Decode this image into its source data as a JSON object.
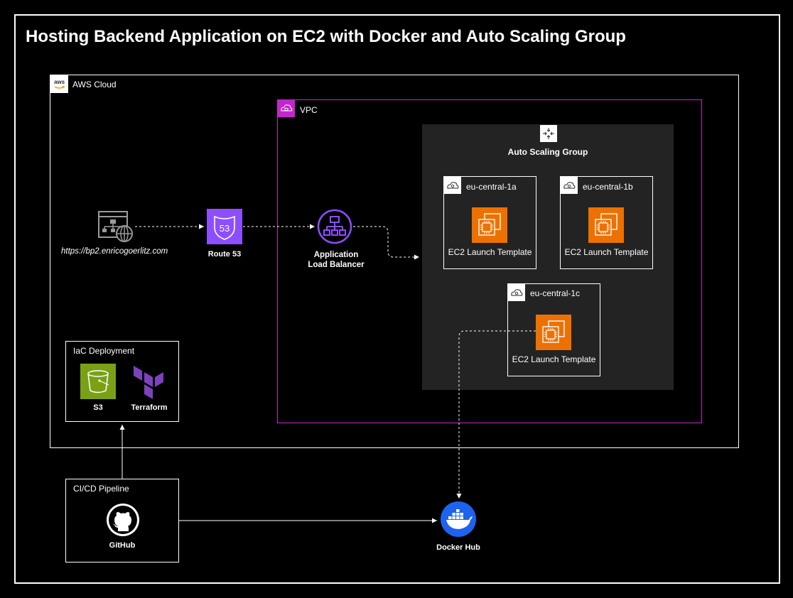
{
  "title": "Hosting Backend Application on EC2 with Docker and Auto Scaling Group",
  "colors": {
    "vpc": "#c525cc",
    "route53": "#8c4fff",
    "ec2": "#ed7100",
    "s3": "#7aa116",
    "terraform": "#7b42bc",
    "docker": "#1d63ed"
  },
  "aws_cloud": {
    "label": "AWS Cloud",
    "badge": "aws"
  },
  "vpc": {
    "label": "VPC"
  },
  "asg": {
    "label": "Auto Scaling Group"
  },
  "zones": [
    {
      "label": "eu-central-1a",
      "instance": "EC2 Launch Template"
    },
    {
      "label": "eu-central-1b",
      "instance": "EC2 Launch Template"
    },
    {
      "label": "eu-central-1c",
      "instance": "EC2 Launch Template"
    }
  ],
  "client": {
    "url": "https://bp2.enricogoerlitz.com"
  },
  "route53": {
    "label": "Route 53",
    "badge": "53"
  },
  "alb": {
    "line1": "Application",
    "line2": "Load Balancer"
  },
  "iac": {
    "label": "IaC Deployment",
    "s3": "S3",
    "terraform": "Terraform"
  },
  "cicd": {
    "label": "CI/CD Pipeline",
    "github": "GitHub"
  },
  "dockerhub": {
    "label": "Docker Hub"
  }
}
